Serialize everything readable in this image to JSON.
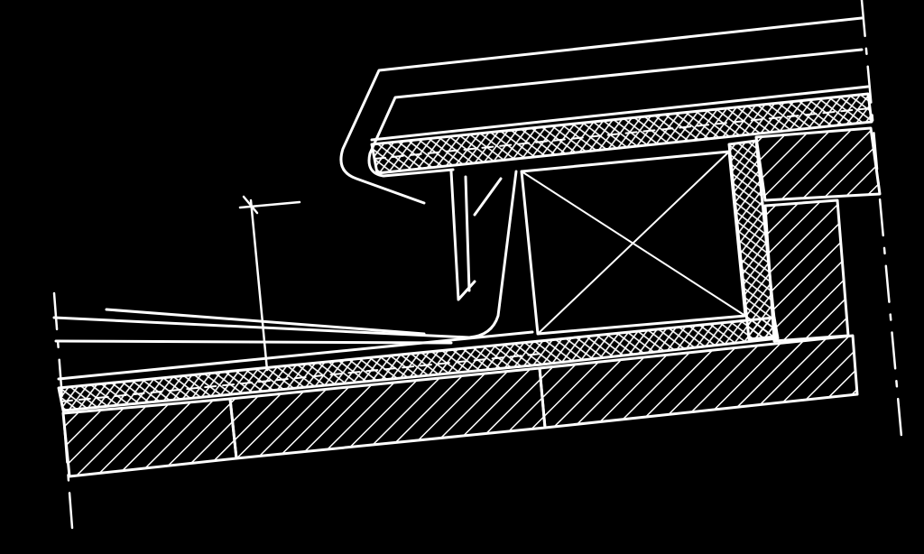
{
  "colors": {
    "background": "#000000",
    "line": "#ffffff"
  },
  "components": [
    "sheet-metal-cap",
    "roof-deck-layers",
    "square-timber",
    "gutter-flashing",
    "rigid-insulation",
    "timber-structure"
  ]
}
